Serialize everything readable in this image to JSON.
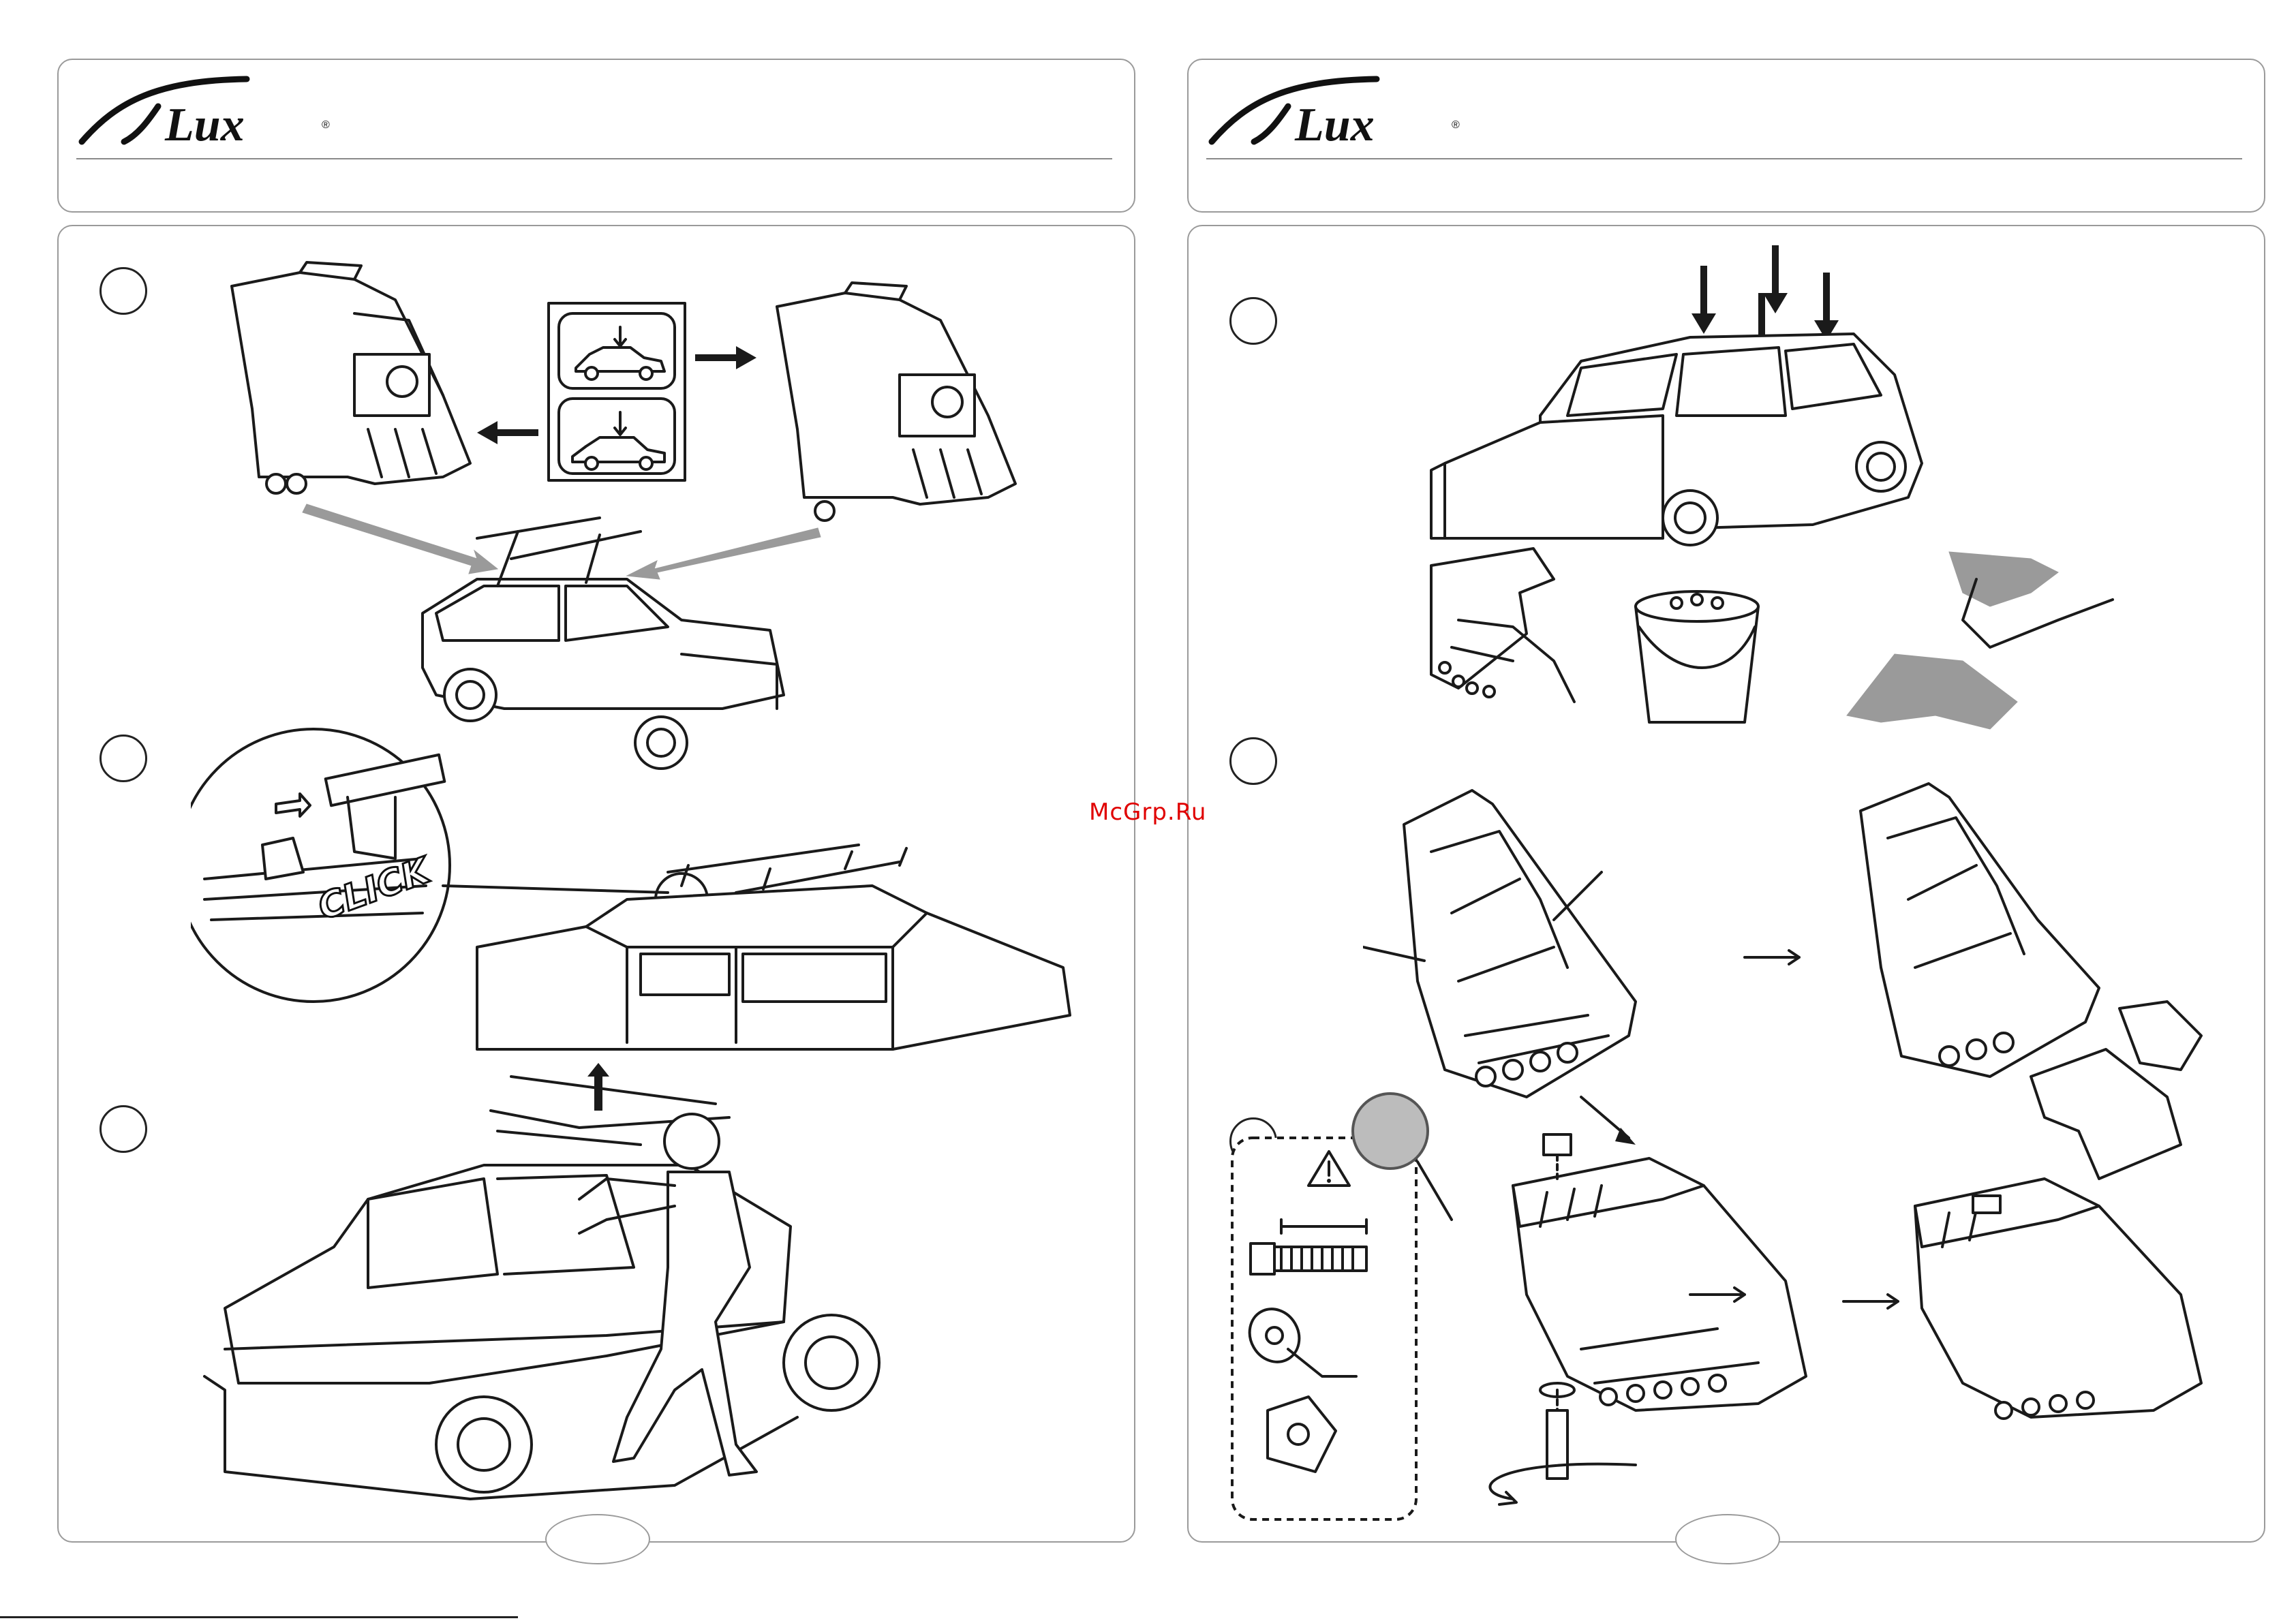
{
  "brand": {
    "name": "Lux",
    "registered_mark": "®"
  },
  "watermark": "McGrp.Ru",
  "left_page": {
    "steps": [
      "step-1",
      "step-2",
      "step-3"
    ],
    "detail_label": "CLICK"
  },
  "right_page": {
    "steps": [
      "step-1",
      "step-2",
      "step-3"
    ]
  },
  "colors": {
    "line": "#1a1a1a",
    "border": "#9a9a9a",
    "watermark": "#e00000",
    "arrow_gray": "#9a9a9a"
  }
}
